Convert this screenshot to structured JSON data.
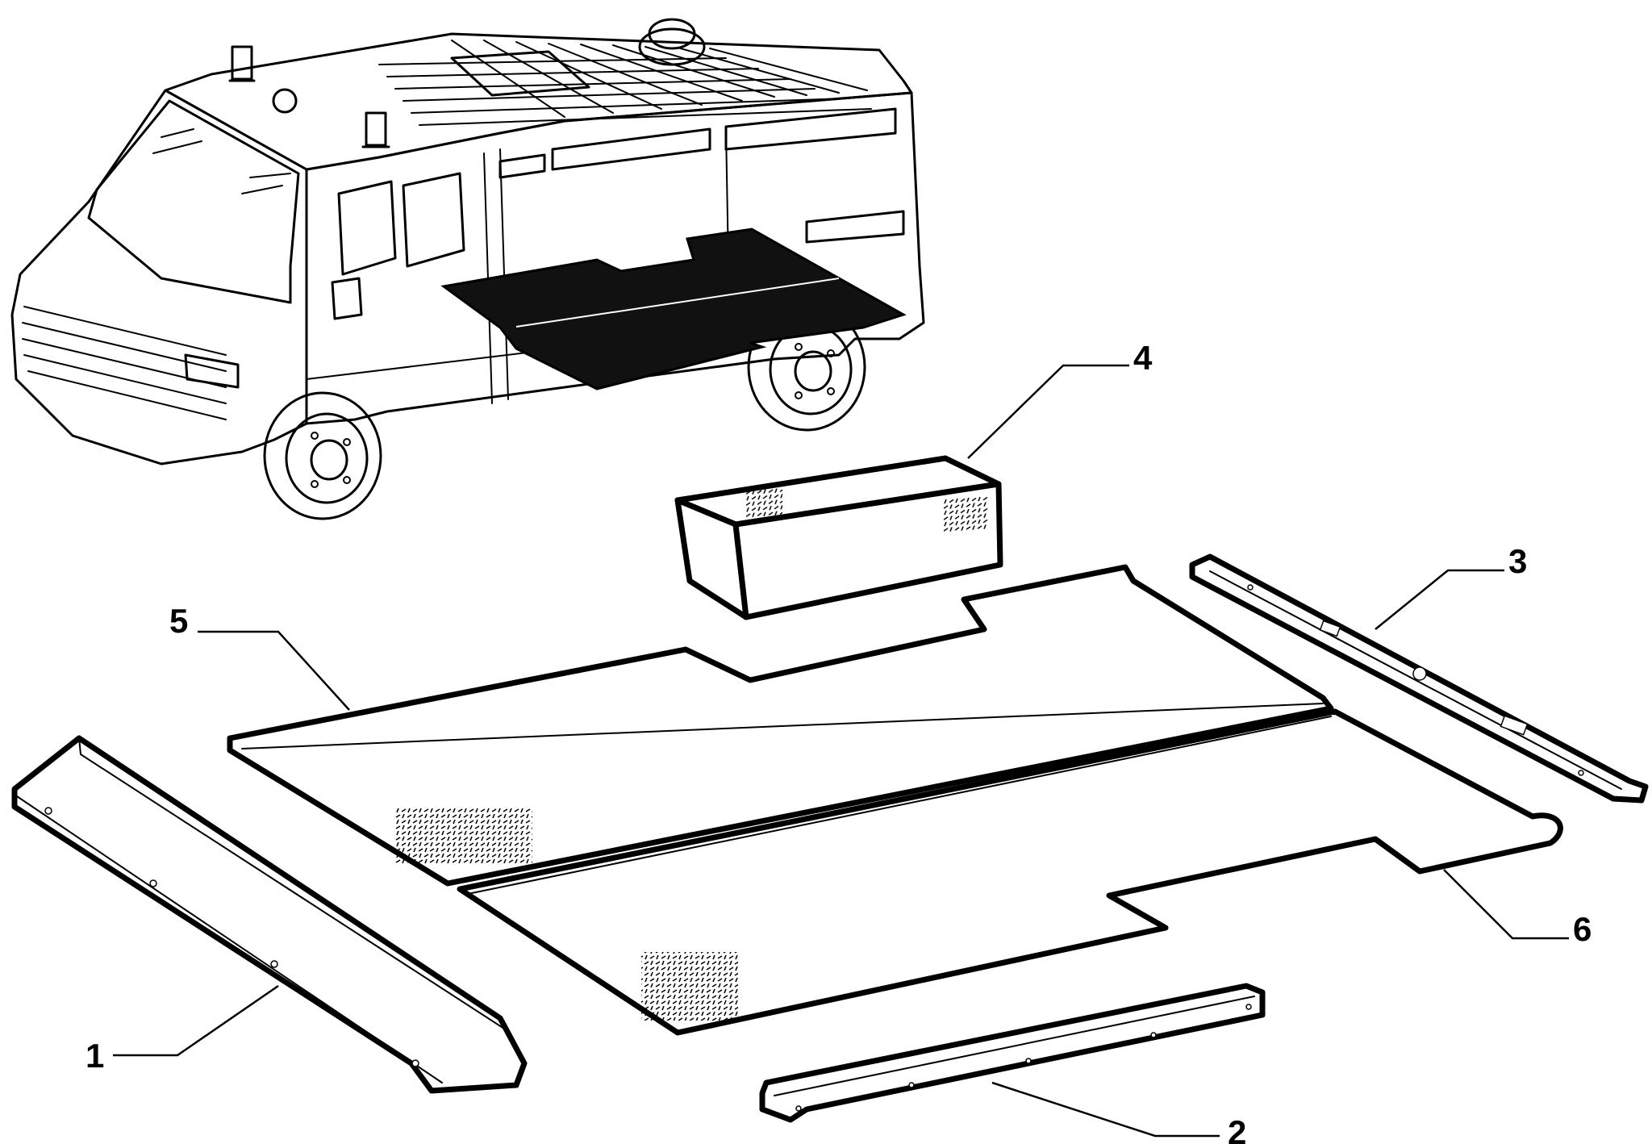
{
  "diagram": {
    "callouts": [
      {
        "id": "1",
        "label": "1"
      },
      {
        "id": "2",
        "label": "2"
      },
      {
        "id": "3",
        "label": "3"
      },
      {
        "id": "4",
        "label": "4"
      },
      {
        "id": "5",
        "label": "5"
      },
      {
        "id": "6",
        "label": "6"
      }
    ],
    "colors": {
      "line": "#000000",
      "background": "#ffffff",
      "floor_mat_fill": "#111111"
    }
  }
}
